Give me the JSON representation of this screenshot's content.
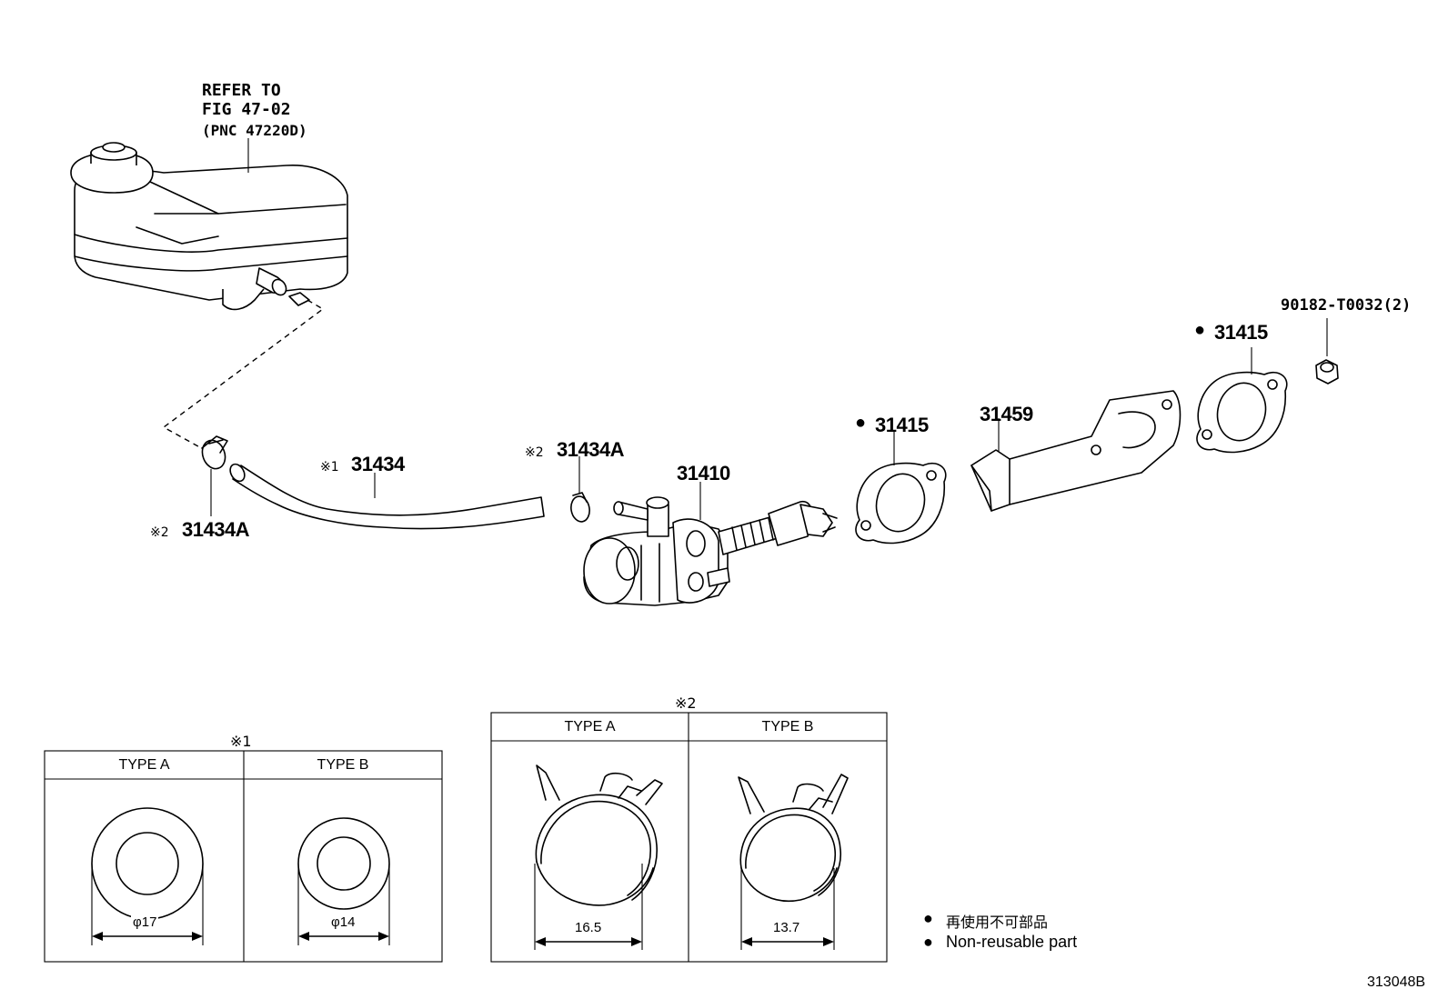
{
  "reference_note": {
    "line1": "REFER TO",
    "line2": "FIG 47-02",
    "line3": "(PNC 47220D)"
  },
  "callouts": {
    "hose": {
      "mark": "※1",
      "number": "31434"
    },
    "clip_left": {
      "mark": "※2",
      "number": "31434A"
    },
    "clip_right": {
      "mark": "※2",
      "number": "31434A"
    },
    "master_cylinder": {
      "number": "31410"
    },
    "gasket_left": {
      "mark": "●",
      "number": "31415"
    },
    "bracket": {
      "number": "31459"
    },
    "gasket_right": {
      "mark": "●",
      "number": "31415"
    },
    "nut": {
      "number": "90182-T0032(2)"
    }
  },
  "table1": {
    "title": "※1",
    "col_a": "TYPE A",
    "col_b": "TYPE B",
    "dim_a": "φ17",
    "dim_b": "φ14"
  },
  "table2": {
    "title": "※2",
    "col_a": "TYPE A",
    "col_b": "TYPE B",
    "dim_a": "16.5",
    "dim_b": "13.7"
  },
  "legend": {
    "bullet": "●",
    "line_jp": "再使用不可部品",
    "line_en": "Non-reusable part"
  },
  "figure_code": "313048B"
}
